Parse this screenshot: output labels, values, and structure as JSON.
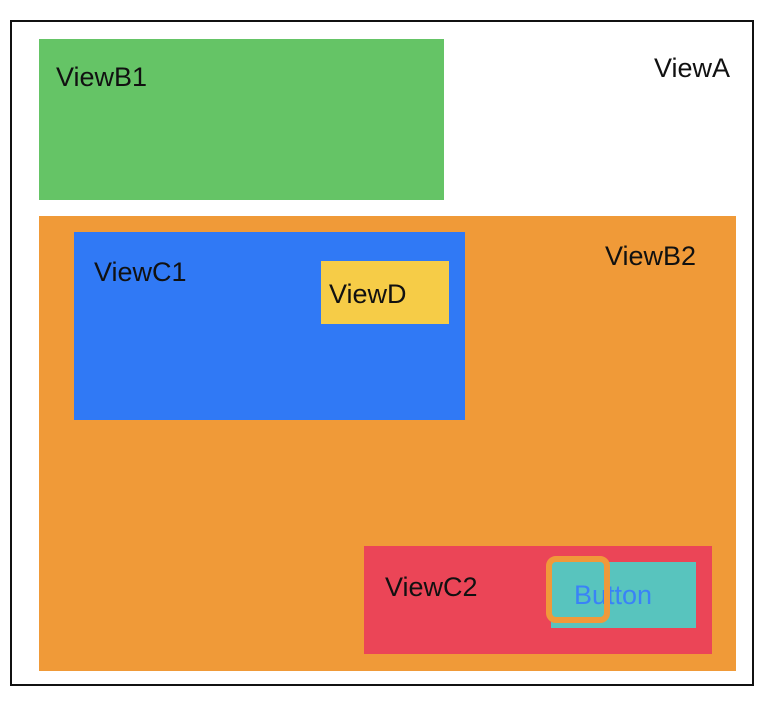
{
  "views": {
    "a": {
      "label": "ViewA",
      "color": "#ffffff"
    },
    "b1": {
      "label": "ViewB1",
      "color": "#65c466"
    },
    "b2": {
      "label": "ViewB2",
      "color": "#f09a38"
    },
    "c1": {
      "label": "ViewC1",
      "color": "#3079f5"
    },
    "d": {
      "label": "ViewD",
      "color": "#f6cc47"
    },
    "c2": {
      "label": "ViewC2",
      "color": "#eb4557"
    }
  },
  "button": {
    "label": "Button",
    "color": "#58c4be",
    "text_color": "#3a82f7",
    "highlight_color": "#f0993a"
  }
}
